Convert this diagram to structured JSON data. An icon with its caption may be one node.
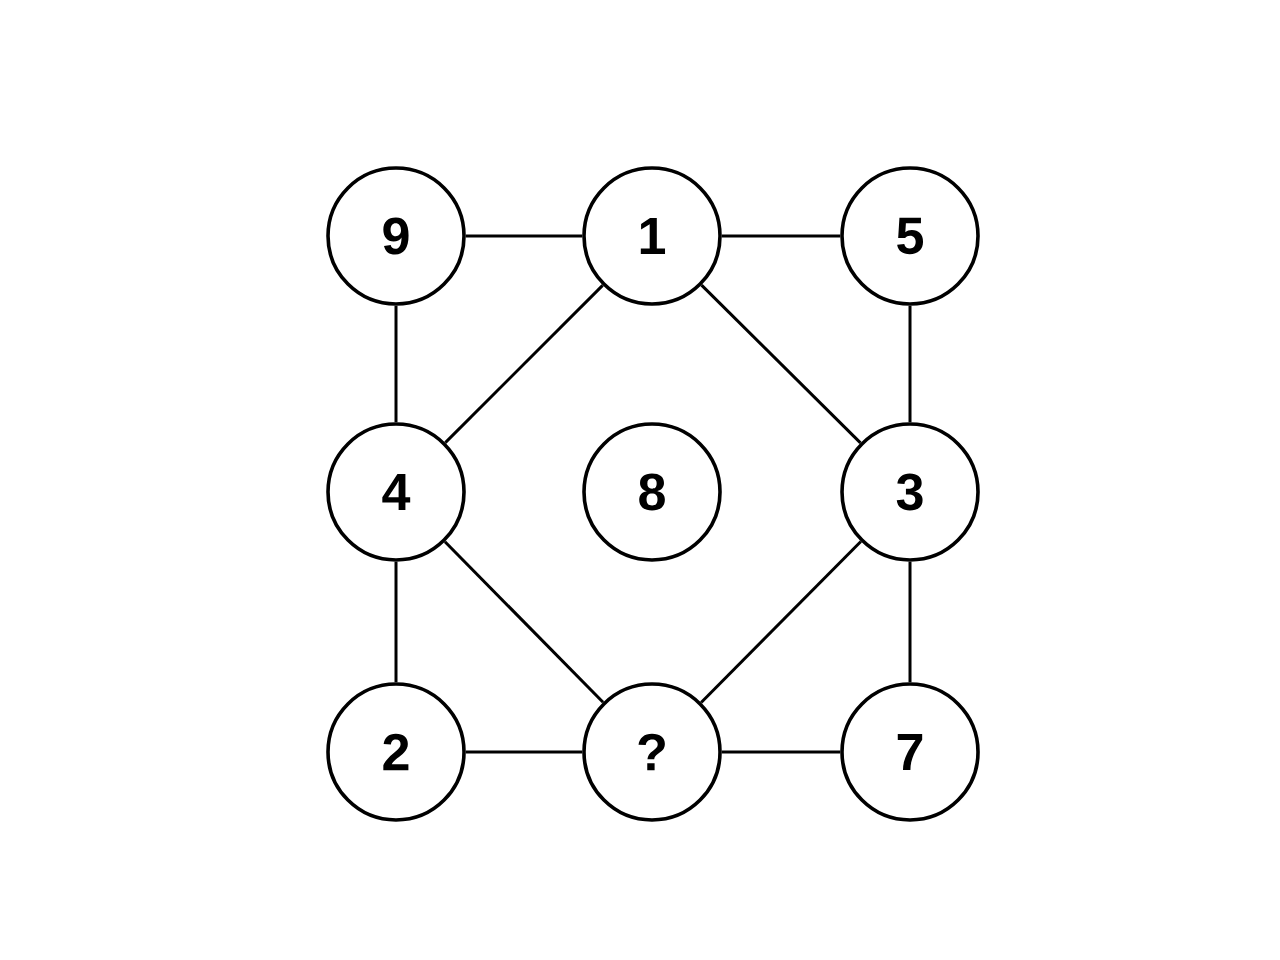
{
  "diagram": {
    "nodes": [
      {
        "text": [
          "9"
        ]
      },
      {
        "text": [
          "1"
        ]
      },
      {
        "text": [
          "5"
        ]
      },
      {
        "text": [
          "4"
        ]
      },
      {
        "text": [
          "8"
        ]
      },
      {
        "text": [
          "3"
        ]
      },
      {
        "text": [
          "2"
        ]
      },
      {
        "text": [
          "?"
        ]
      },
      {
        "text": [
          "7"
        ]
      }
    ],
    "edges": [
      {
        "from": 0,
        "to": 1,
        "arrow": "none"
      },
      {
        "from": 1,
        "to": 2,
        "arrow": "none"
      },
      {
        "from": 0,
        "to": 3,
        "arrow": "none"
      },
      {
        "from": 1,
        "to": 3,
        "arrow": "none"
      },
      {
        "from": 1,
        "to": 5,
        "arrow": "none"
      },
      {
        "from": 2,
        "to": 5,
        "arrow": "none"
      },
      {
        "from": 3,
        "to": 6,
        "arrow": "none"
      },
      {
        "from": 3,
        "to": 7,
        "arrow": "none"
      },
      {
        "from": 5,
        "to": 7,
        "arrow": "none"
      },
      {
        "from": 5,
        "to": 8,
        "arrow": "none"
      },
      {
        "from": 6,
        "to": 7,
        "arrow": "none"
      },
      {
        "from": 7,
        "to": 8,
        "arrow": "none"
      }
    ]
  }
}
